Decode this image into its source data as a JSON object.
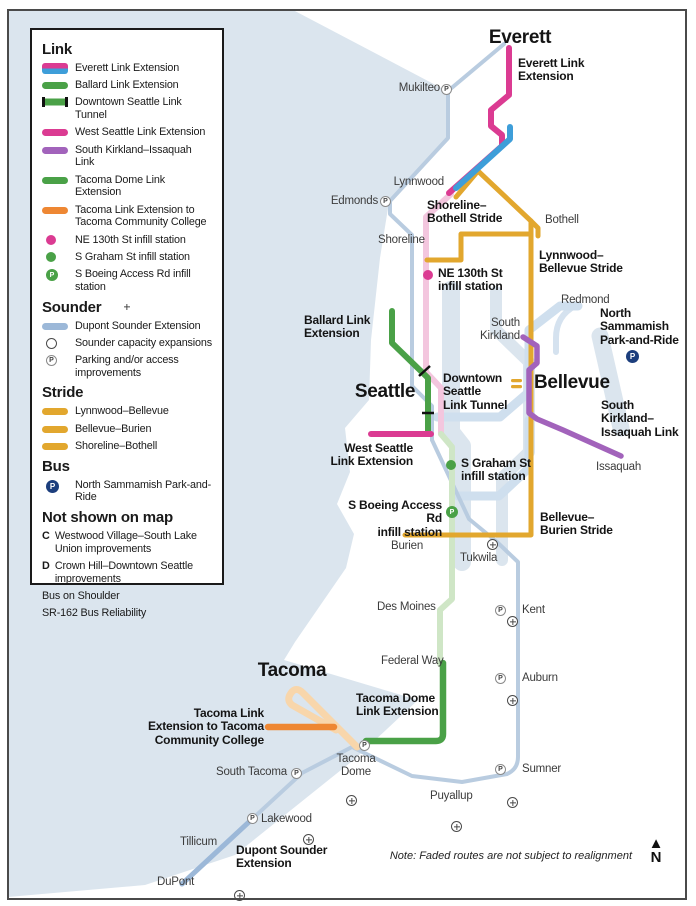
{
  "palette": {
    "water": "#dbe5ee",
    "link_pink": "#db3b92",
    "link_blue": "#3e9ed9",
    "link_green": "#4aa147",
    "link_purple": "#a263bb",
    "link_orange": "#ee8733",
    "stride_gold": "#e2a72e",
    "sounder_blue": "#9cb8d8",
    "faded_pink": "#f3c6de",
    "faded_green": "#cfe6c6",
    "faded_orange": "#f8d6ab",
    "bus_p_navy": "#1c3e7d"
  },
  "icons": {
    "parking": "P"
  },
  "legend": {
    "sections": [
      {
        "title": "Link",
        "items": [
          {
            "label": "Everett Link Extension"
          },
          {
            "label": "Ballard Link Extension"
          },
          {
            "label": "Downtown Seattle Link Tunnel"
          },
          {
            "label": "West Seattle Link Extension"
          },
          {
            "label": "South Kirkland–Issaquah Link"
          },
          {
            "label": "Tacoma Dome Link Extension"
          },
          {
            "label": "Tacoma Link Extension to Tacoma Community College"
          },
          {
            "label": "NE 130th St infill station"
          },
          {
            "label": "S Graham St infill station"
          },
          {
            "label": "S Boeing Access Rd infill station"
          }
        ]
      },
      {
        "title": "Sounder",
        "items": [
          {
            "label": "Dupont Sounder Extension"
          },
          {
            "label": "Sounder capacity expansions"
          },
          {
            "label": "Parking and/or access improvements"
          }
        ]
      },
      {
        "title": "Stride",
        "items": [
          {
            "label": "Lynnwood–Bellevue"
          },
          {
            "label": "Bellevue–Burien"
          },
          {
            "label": "Shoreline–Bothell"
          }
        ]
      },
      {
        "title": "Bus",
        "items": [
          {
            "label": "North Sammamish Park-and-Ride"
          }
        ]
      },
      {
        "title": "Not shown on map",
        "items": [
          {
            "prefix": "C",
            "label": "Westwood Village–South Lake Union improvements"
          },
          {
            "prefix": "D",
            "label": "Crown Hill–Downtown Seattle improvements"
          },
          {
            "label": "Bus on Shoulder"
          },
          {
            "label": "SR-162 Bus Reliability"
          }
        ]
      }
    ]
  },
  "map": {
    "cities": {
      "everett": "Everett",
      "seattle": "Seattle",
      "bellevue": "Bellevue",
      "tacoma": "Tacoma"
    },
    "routes": {
      "everett_link": "Everett Link\nExtension",
      "shoreline_bothell": "Shoreline–\nBothell Stride",
      "ne_130th": "NE 130th St\ninfill station",
      "lynnwood_bellevue": "Lynnwood–\nBellevue Stride",
      "ballard": "Ballard Link\nExtension",
      "north_sammamish": "North\nSammamish\nPark-and-Ride",
      "downtown_tunnel": "Downtown\nSeattle\nLink Tunnel",
      "west_seattle": "West Seattle\nLink Extension",
      "s_graham": "S Graham St\ninfill station",
      "s_boeing": "S Boeing Access Rd\ninfill station",
      "bellevue_burien": "Bellevue–\nBurien Stride",
      "kirkland_issaquah": "South\nKirkland–\nIssaquah Link",
      "tacoma_dome_ext": "Tacoma Dome\nLink Extension",
      "tacoma_link_ext": "Tacoma Link\nExtension to Tacoma\nCommunity College",
      "dupont_ext": "Dupont Sounder\nExtension"
    },
    "places": {
      "mukilteo": "Mukilteo",
      "lynnwood": "Lynnwood",
      "edmonds": "Edmonds",
      "shoreline": "Shoreline",
      "bothell": "Bothell",
      "redmond": "Redmond",
      "south_kirkland": "South\nKirkland",
      "issaquah": "Issaquah",
      "burien": "Burien",
      "tukwila": "Tukwila",
      "des_moines": "Des Moines",
      "kent": "Kent",
      "federal_way": "Federal Way",
      "auburn": "Auburn",
      "tacoma_dome": "Tacoma\nDome",
      "sumner": "Sumner",
      "puyallup": "Puyallup",
      "south_tacoma": "South Tacoma",
      "lakewood": "Lakewood",
      "tillicum": "Tillicum",
      "dupont": "DuPont"
    },
    "note": "Note: Faded routes are not subject to realignment",
    "north_arrow": "▲",
    "north_label": "N"
  }
}
